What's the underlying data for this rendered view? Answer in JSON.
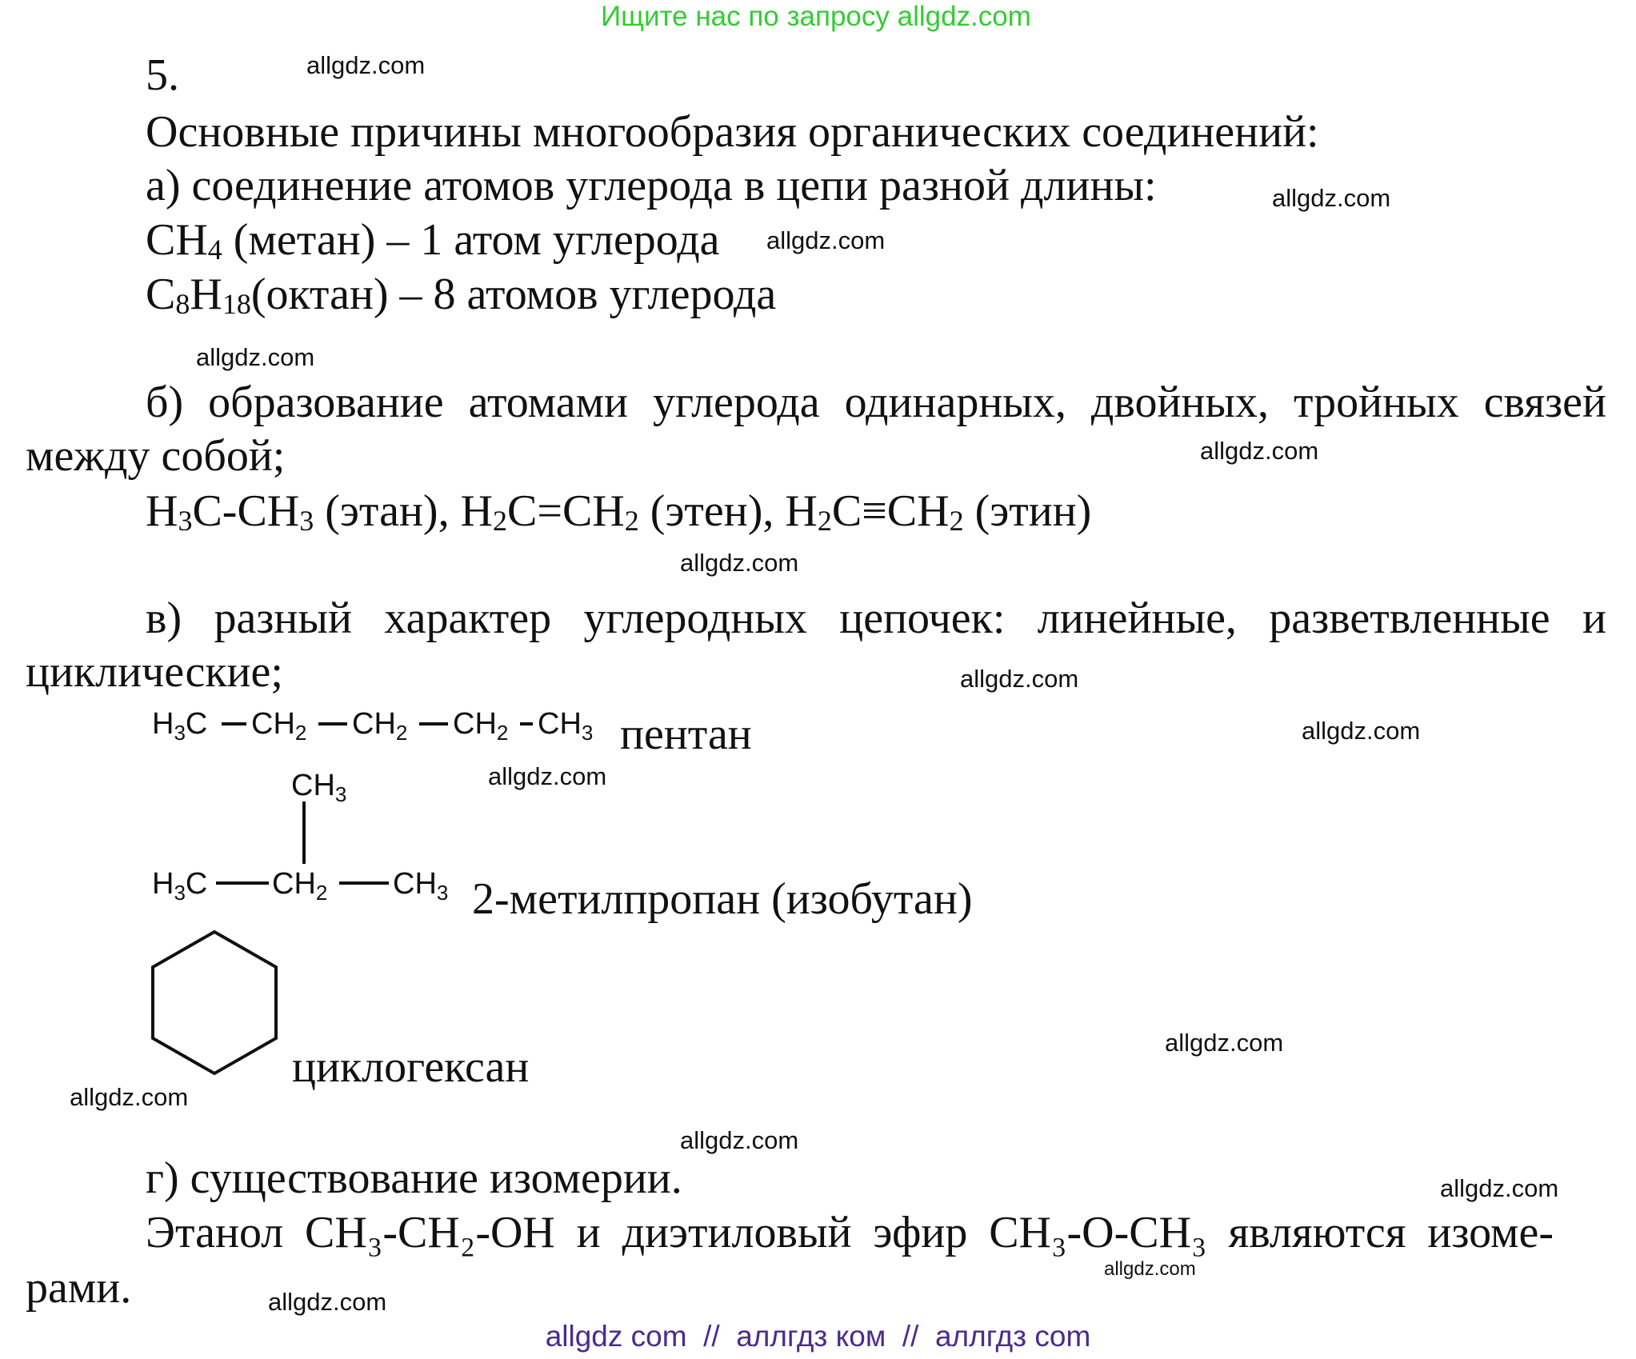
{
  "top_banner": "Ищите нас по запросу allgdz.com",
  "bottom_banner": "allgdz com  //  аллгдз ком  //  аллгдз com",
  "watermark": "allgdz.com",
  "task_number": "5.",
  "heading": "Основные причины многообразия органических соединений:",
  "a": {
    "text": "а) соединение атомов углерода в цепи разной длины:",
    "methane": {
      "c": "CH",
      "sub": "4",
      "rest": " (метан) – 1 атом углерода"
    },
    "octane": {
      "c": "C",
      "sub1": "8",
      "h": "H",
      "sub2": "18",
      "rest": "(октан) – 8 атомов углерода"
    }
  },
  "b": {
    "words_line1": [
      "б)",
      "образование",
      "атомами",
      "углерода",
      "одинарных,",
      "двойных,",
      "тройных",
      "связей"
    ],
    "line2": "между собой;",
    "formulas": {
      "p1": "H",
      "s1": "3",
      "p2": "C-CH",
      "s2": "3",
      "p3": " (этан), H",
      "s3": "2",
      "p4": "C=CH",
      "s4": "2",
      "p5": " (этен), H",
      "s5": "2",
      "p6": "C≡CH",
      "s6": "2",
      "p7": " (этин)"
    }
  },
  "c": {
    "words_line1": [
      "в)",
      "разный",
      "характер",
      "углеродных",
      "цепочек:",
      "линейные,",
      "разветвленные",
      "и"
    ],
    "line2": "циклические;",
    "pentane": {
      "atoms": [
        {
          "t": "H",
          "s": "3",
          "t2": "C"
        },
        {
          "t": "CH",
          "s": "2"
        },
        {
          "t": "CH",
          "s": "2"
        },
        {
          "t": "CH",
          "s": "2"
        },
        {
          "t": "CH",
          "s": "3"
        }
      ],
      "name": "пентан"
    },
    "isobutane": {
      "top": {
        "t": "CH",
        "s": "3"
      },
      "left": {
        "t": "H",
        "s": "3",
        "t2": "C"
      },
      "center": {
        "t": "CH",
        "s": "2"
      },
      "right": {
        "t": "CH",
        "s": "3"
      },
      "name": "2-метилпропан (изобутан)"
    },
    "cyclohexane": {
      "name": "циклогексан"
    }
  },
  "d": {
    "text": "г) существование изомерии.",
    "words_line1": [
      "Этанол",
      "CH₃-CH₂-OH",
      "и",
      "диэтиловый",
      "эфир",
      "CH₃-O-CH₃",
      "являются",
      "изоме-"
    ],
    "line2": "рами."
  }
}
